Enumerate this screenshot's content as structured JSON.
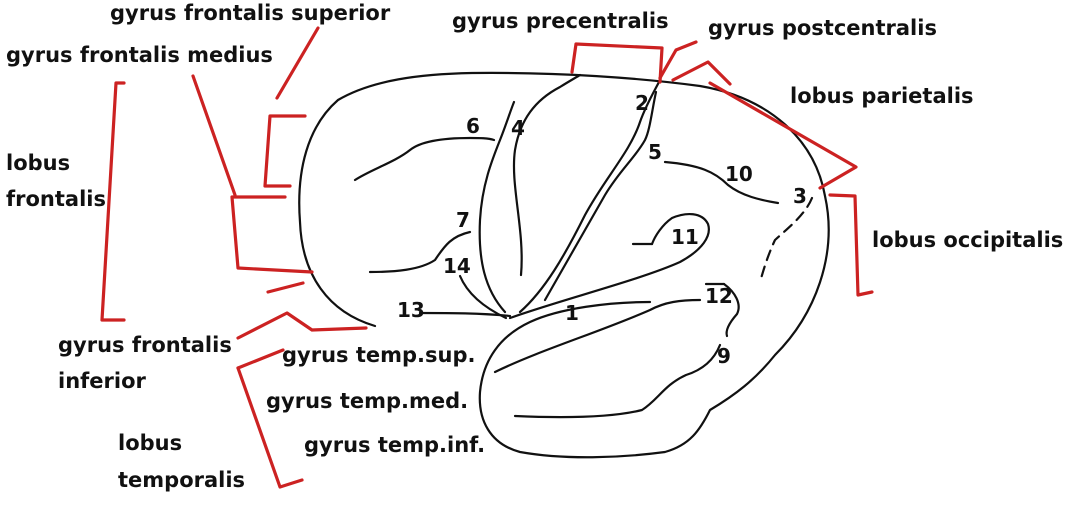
{
  "colors": {
    "outline": "#111111",
    "bracket": "#cc2222",
    "background": "#ffffff"
  },
  "labels": {
    "gyrus_frontalis_superior": "gyrus frontalis superior",
    "gyrus_frontalis_medius": "gyrus frontalis medius",
    "lobus_frontalis_1": "lobus",
    "lobus_frontalis_2": "frontalis",
    "gyrus_frontalis_inferior_1": "gyrus frontalis",
    "gyrus_frontalis_inferior_2": "inferior",
    "lobus_temporalis_1": "lobus",
    "lobus_temporalis_2": "temporalis",
    "gyrus_temp_sup": "gyrus temp.sup.",
    "gyrus_temp_med": "gyrus temp.med.",
    "gyrus_temp_inf": "gyrus temp.inf.",
    "gyrus_precentralis": "gyrus precentralis",
    "gyrus_postcentralis": "gyrus postcentralis",
    "lobus_parietalis": "lobus parietalis",
    "lobus_occipitalis": "lobus occipitalis"
  },
  "numbers": {
    "n1": "1",
    "n2": "2",
    "n3": "3",
    "n4": "4",
    "n5": "5",
    "n6": "6",
    "n7": "7",
    "n9": "9",
    "n10": "10",
    "n11": "11",
    "n12": "12",
    "n13": "13",
    "n14": "14"
  }
}
